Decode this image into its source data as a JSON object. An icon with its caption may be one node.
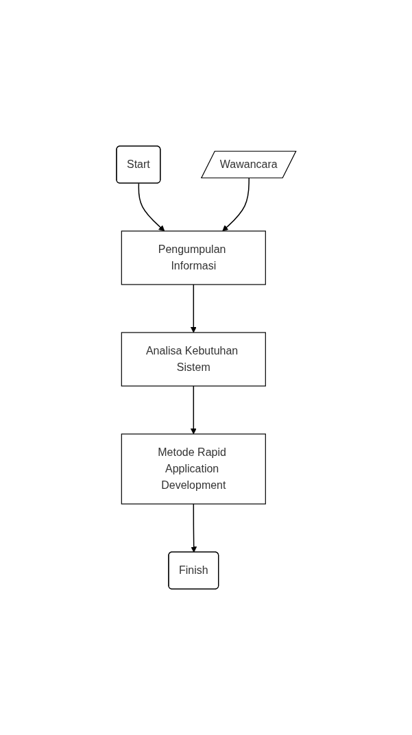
{
  "diagram": {
    "nodes": [
      {
        "text": [
          "Start"
        ]
      },
      {
        "text": [
          "Wawancara"
        ]
      },
      {
        "text": [
          "Pengumpulan Informasi"
        ]
      },
      {
        "text": [
          "Analisa Kebutuhan Sistem"
        ]
      },
      {
        "text": [
          "Metode Rapid Application Development"
        ]
      },
      {
        "text": [
          "Finish"
        ]
      }
    ],
    "edges": [
      {
        "from": 0,
        "to": 2,
        "arrow": "to"
      },
      {
        "from": 1,
        "to": 2,
        "arrow": "to"
      },
      {
        "from": 2,
        "to": 3,
        "arrow": "to"
      },
      {
        "from": 3,
        "to": 4,
        "arrow": "to"
      },
      {
        "from": 4,
        "to": 5,
        "arrow": "to"
      }
    ]
  }
}
